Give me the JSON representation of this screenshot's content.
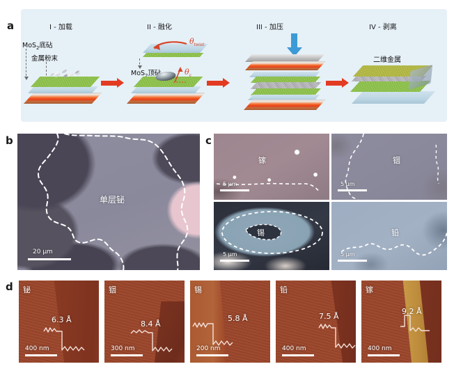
{
  "figure": {
    "panels": [
      "a",
      "b",
      "c",
      "d"
    ]
  },
  "panel_a": {
    "letter": "a",
    "background_color": "#e6f0f7",
    "stages": [
      {
        "id": "I",
        "title": "I - 加载"
      },
      {
        "id": "II",
        "title": "II - 融化"
      },
      {
        "id": "III",
        "title": "III - 加压"
      },
      {
        "id": "IV",
        "title": "IV - 剥离"
      }
    ],
    "annotations": {
      "bottom_anvil": "MoS",
      "bottom_anvil_sub": "2",
      "bottom_anvil_tail": "底砧",
      "metal_powder": "金属粉末",
      "top_anvil": "MoS",
      "top_anvil_sub": "2",
      "top_anvil_tail": "顶砧",
      "twist_angle": "θ",
      "twist_angle_sub": "twist",
      "contact_angle": "θ",
      "contact_angle_sub": "c",
      "product": "二维金属"
    },
    "colors": {
      "hot_plate": "#e8401a",
      "mos2_green": "#5fa531",
      "press_arrow": "#3d9ad6",
      "flow_arrow": "#e23b22",
      "substrate_blue": "#bcd6e4"
    }
  },
  "panel_b": {
    "letter": "b",
    "caption": "单层铋",
    "scale_bar": "20 µm",
    "colors": {
      "flake": "#8b8a9e",
      "background": "#5a5668",
      "highlight": "#e8c3cf"
    }
  },
  "panel_c": {
    "letter": "c",
    "tiles": [
      {
        "name": "镓",
        "scale_bar": "5 µm",
        "tint": "#9e8691"
      },
      {
        "name": "铟",
        "scale_bar": "5 µm",
        "tint": "#8b8a9c"
      },
      {
        "name": "锡",
        "scale_bar": "5 µm",
        "tint": "#7f93a6"
      },
      {
        "name": "铅",
        "scale_bar": "5 µm",
        "tint": "#9aa8bd"
      }
    ]
  },
  "panel_d": {
    "letter": "d",
    "tiles": [
      {
        "name": "铋",
        "step_height": "6.3 Å",
        "scale_bar": "400 nm"
      },
      {
        "name": "铟",
        "step_height": "8.4 Å",
        "scale_bar": "300 nm"
      },
      {
        "name": "锡",
        "step_height": "5.8 Å",
        "scale_bar": "200 nm"
      },
      {
        "name": "铅",
        "step_height": "7.5 Å",
        "scale_bar": "400 nm"
      },
      {
        "name": "镓",
        "step_height": "9.2 Å",
        "scale_bar": "400 nm"
      }
    ],
    "colors": {
      "afm_base": "#9c4327",
      "afm_high": "#c08a3a",
      "afm_low": "#6e2a18"
    }
  }
}
